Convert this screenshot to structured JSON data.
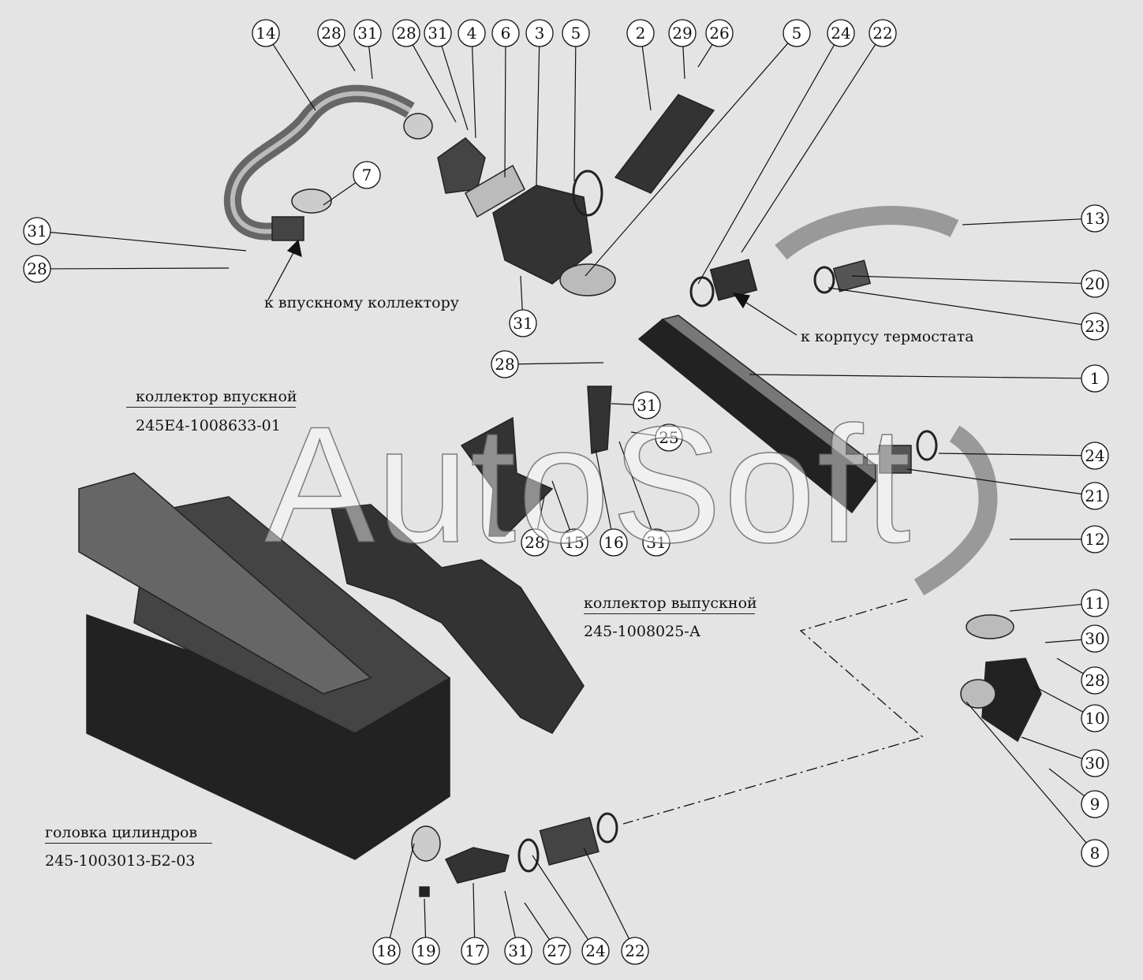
{
  "watermark": "AutoSoft",
  "labels": {
    "to_intake_manifold": "к впускному коллектору",
    "to_thermostat_housing": "к корпусу термостата",
    "intake_manifold_name": "коллектор впускной",
    "intake_manifold_code": "245Е4-1008633-01",
    "exhaust_manifold_name": "коллектор выпускной",
    "exhaust_manifold_code": "245-1008025-А",
    "cylinder_head_name": "головка цилиндров",
    "cylinder_head_code": "245-1003013-Б2-03"
  },
  "callouts": [
    "14",
    "28",
    "31",
    "28",
    "31",
    "4",
    "6",
    "3",
    "5",
    "2",
    "29",
    "26",
    "5",
    "24",
    "22",
    "7",
    "31",
    "28",
    "31",
    "28",
    "13",
    "20",
    "23",
    "1",
    "31",
    "25",
    "24",
    "21",
    "12",
    "28",
    "15",
    "16",
    "31",
    "11",
    "30",
    "28",
    "10",
    "30",
    "9",
    "8",
    "18",
    "19",
    "17",
    "31",
    "27",
    "24",
    "22"
  ]
}
